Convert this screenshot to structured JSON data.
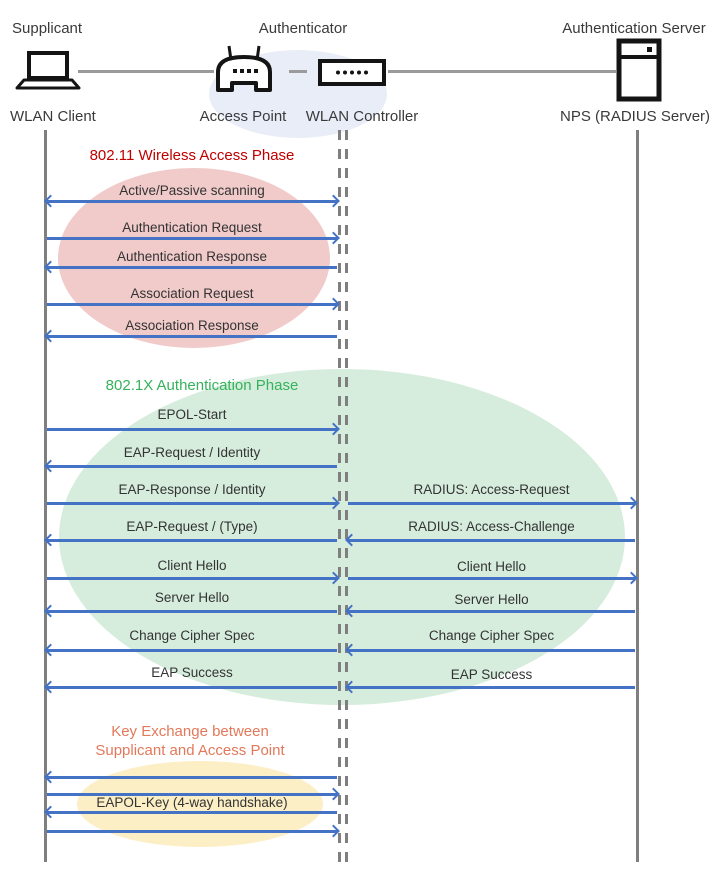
{
  "header": {
    "roles": [
      {
        "label": "Supplicant"
      },
      {
        "label": "Authenticator"
      },
      {
        "label": "Authentication Server"
      }
    ],
    "nodes": [
      {
        "label": "WLAN Client",
        "icon": "laptop-icon"
      },
      {
        "label": "Access Point",
        "icon": "access-point-icon"
      },
      {
        "label": "WLAN Controller",
        "icon": "wlan-controller-icon"
      },
      {
        "label": "NPS (RADIUS Server)",
        "icon": "server-icon"
      }
    ]
  },
  "colors": {
    "arrow": "#4472C4",
    "lifeline": "#7F7F7F",
    "hub_ellipse": "#E9EDF8",
    "phase1_title": "#C00000",
    "phase1_ellipse": "#F1CACA",
    "phase2_title": "#35B25B",
    "phase2_ellipse": "#D6EDDD",
    "phase3_title": "#E2795B",
    "phase3_ellipse": "#FCEFC5"
  },
  "phases": [
    {
      "title": "802.11 Wireless Access Phase",
      "messages": [
        {
          "label": "Active/Passive scanning",
          "from": "WLAN Client",
          "to": "WLAN Controller",
          "direction": "both"
        },
        {
          "label": "Authentication Request",
          "from": "WLAN Client",
          "to": "WLAN Controller",
          "direction": "right"
        },
        {
          "label": "Authentication Response",
          "from": "WLAN Controller",
          "to": "WLAN Client",
          "direction": "left"
        },
        {
          "label": "Association Request",
          "from": "WLAN Client",
          "to": "WLAN Controller",
          "direction": "right"
        },
        {
          "label": "Association Response",
          "from": "WLAN Controller",
          "to": "WLAN Client",
          "direction": "left"
        }
      ]
    },
    {
      "title": "802.1X Authentication Phase",
      "messages": [
        {
          "label": "EPOL-Start",
          "direction": "right"
        },
        {
          "label": "EAP-Request / Identity",
          "direction": "left"
        },
        {
          "label": "EAP-Response / Identity",
          "direction": "right",
          "right_label": "RADIUS: Access-Request",
          "right_direction": "right"
        },
        {
          "label": "EAP-Request / (Type)",
          "direction": "left",
          "right_label": "RADIUS: Access-Challenge",
          "right_direction": "left"
        },
        {
          "label": "Client Hello",
          "direction": "right",
          "right_label": "Client Hello",
          "right_direction": "right"
        },
        {
          "label": "Server Hello",
          "direction": "left",
          "right_label": "Server Hello",
          "right_direction": "left"
        },
        {
          "label": "Change Cipher Spec",
          "direction": "left",
          "right_label": "Change Cipher Spec",
          "right_direction": "left"
        },
        {
          "label": "EAP Success",
          "direction": "left",
          "right_label": "EAP Success",
          "right_direction": "left"
        }
      ]
    },
    {
      "title_lines": [
        "Key Exchange between",
        "Supplicant and Access Point"
      ],
      "messages": [
        {
          "label": "",
          "direction": "left"
        },
        {
          "label": "",
          "direction": "right"
        },
        {
          "label": "EAPOL-Key (4-way handshake)",
          "direction": "left"
        },
        {
          "label": "",
          "direction": "right"
        }
      ]
    }
  ]
}
